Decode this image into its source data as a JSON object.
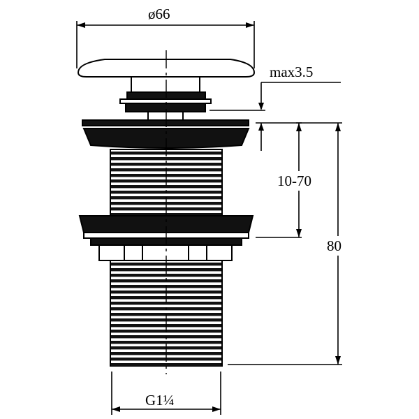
{
  "diagram": {
    "labels": {
      "diameter": "ø66",
      "max_thickness": "max3.5",
      "range": "10-70",
      "height": "80",
      "thread": "G1¼"
    },
    "colors": {
      "stroke": "#000000",
      "background": "#ffffff"
    }
  }
}
